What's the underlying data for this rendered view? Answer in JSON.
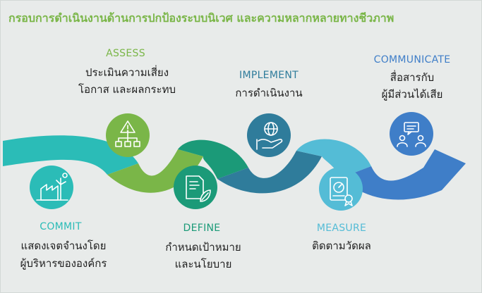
{
  "title": "กรอบการดำเนินงานด้านการปกป้องระบบนิเวศ และความหลากหลายทางชีวภาพ",
  "colors": {
    "title": "#7ab648",
    "commit": "#2bbcb7",
    "assess": "#7ab648",
    "define": "#1b9a78",
    "implement": "#2f7c9b",
    "measure": "#54bcd6",
    "communicate": "#3f7ec8"
  },
  "steps": [
    {
      "key": "commit",
      "label": "COMMIT",
      "lines": [
        "แสดงเจตจำนงโดย",
        "ผู้บริหารขององค์กร"
      ],
      "icon": "wind-solar-factory-icon"
    },
    {
      "key": "assess",
      "label": "ASSESS",
      "lines": [
        "ประเมินความเสี่ยง",
        "โอกาส และผลกระทบ"
      ],
      "icon": "warning-network-icon"
    },
    {
      "key": "define",
      "label": "DEFINE",
      "lines": [
        "กำหนดเป้าหมาย",
        "และนโยบาย"
      ],
      "icon": "document-leaf-icon"
    },
    {
      "key": "implement",
      "label": "IMPLEMENT",
      "lines": [
        "การดำเนินงาน"
      ],
      "icon": "hand-globe-icon"
    },
    {
      "key": "measure",
      "label": "MEASURE",
      "lines": [
        "ติดตามวัดผล"
      ],
      "icon": "report-gauge-icon"
    },
    {
      "key": "communicate",
      "label": "COMMUNICATE",
      "lines": [
        "สื่อสารกับ",
        "ผู้มีส่วนได้เสีย"
      ],
      "icon": "stakeholder-chat-icon"
    }
  ]
}
